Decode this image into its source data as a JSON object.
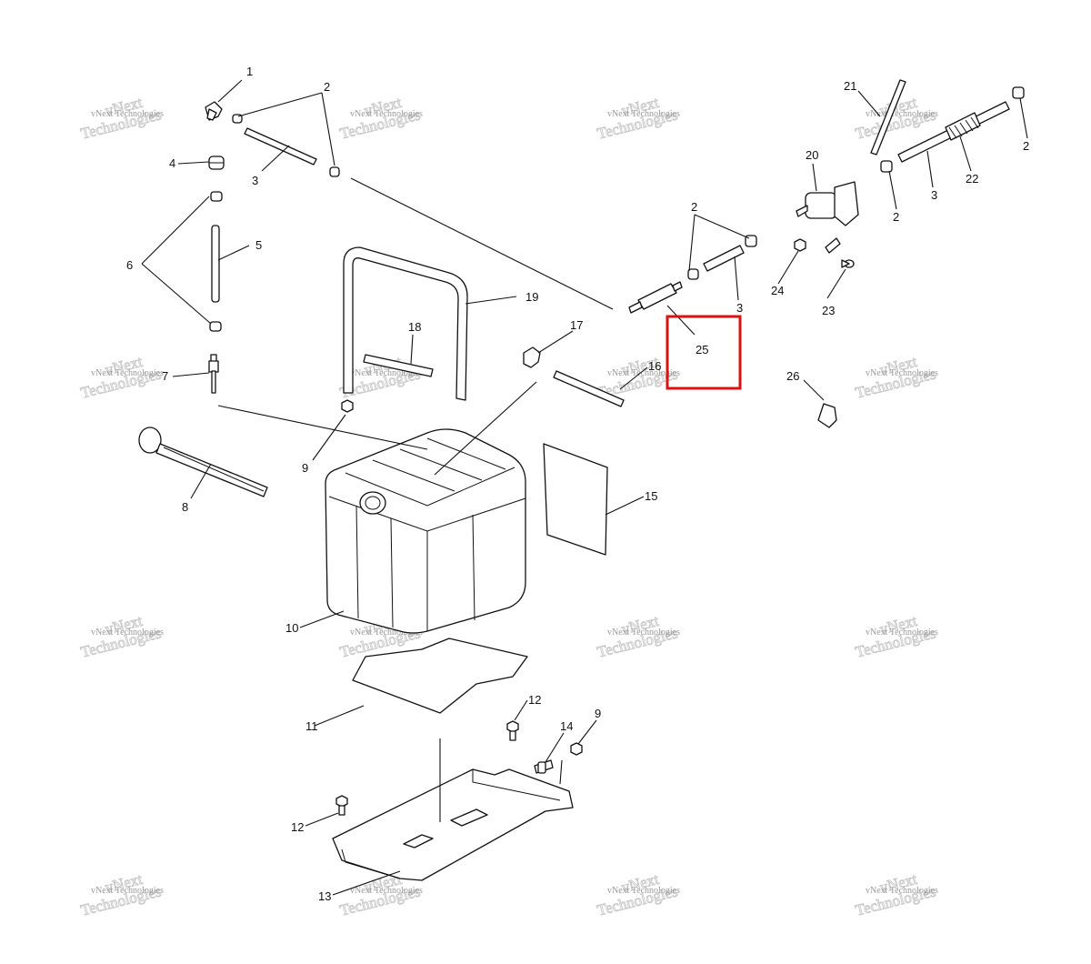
{
  "callouts": [
    {
      "id": "c1",
      "label": "1"
    },
    {
      "id": "c2a",
      "label": "2"
    },
    {
      "id": "c3a",
      "label": "3"
    },
    {
      "id": "c4",
      "label": "4"
    },
    {
      "id": "c5",
      "label": "5"
    },
    {
      "id": "c6",
      "label": "6"
    },
    {
      "id": "c7",
      "label": "7"
    },
    {
      "id": "c8",
      "label": "8"
    },
    {
      "id": "c9a",
      "label": "9"
    },
    {
      "id": "c10",
      "label": "10"
    },
    {
      "id": "c11",
      "label": "11"
    },
    {
      "id": "c12a",
      "label": "12"
    },
    {
      "id": "c12b",
      "label": "12"
    },
    {
      "id": "c13",
      "label": "13"
    },
    {
      "id": "c14",
      "label": "14"
    },
    {
      "id": "c9b",
      "label": "9"
    },
    {
      "id": "c15",
      "label": "15"
    },
    {
      "id": "c16",
      "label": "16"
    },
    {
      "id": "c17",
      "label": "17"
    },
    {
      "id": "c18",
      "label": "18"
    },
    {
      "id": "c19",
      "label": "19"
    },
    {
      "id": "c2b",
      "label": "2"
    },
    {
      "id": "c3b",
      "label": "3"
    },
    {
      "id": "c25",
      "label": "25"
    },
    {
      "id": "c20",
      "label": "20"
    },
    {
      "id": "c21",
      "label": "21"
    },
    {
      "id": "c2c",
      "label": "2"
    },
    {
      "id": "c2d",
      "label": "2"
    },
    {
      "id": "c3c",
      "label": "3"
    },
    {
      "id": "c22",
      "label": "22"
    },
    {
      "id": "c24",
      "label": "24"
    },
    {
      "id": "c23",
      "label": "23"
    },
    {
      "id": "c26",
      "label": "26"
    }
  ],
  "watermark": {
    "small": "vNext Technologies",
    "big_top": "vNext",
    "big_bottom": "Technologies"
  },
  "highlight": {
    "part_label": "25",
    "color": "#e01010"
  }
}
